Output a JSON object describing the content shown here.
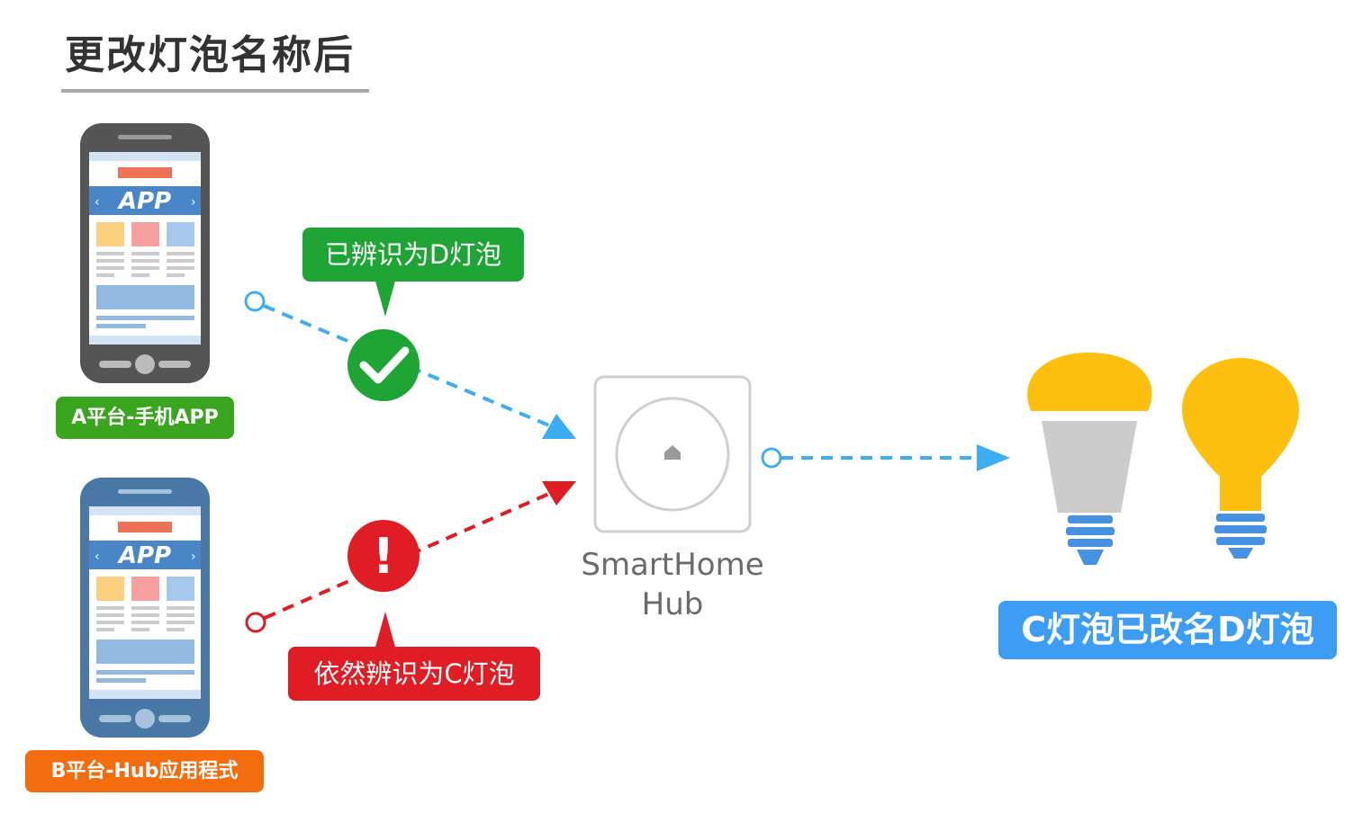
{
  "title": "更改灯泡名称后",
  "phones": {
    "a": {
      "screen_label": "APP",
      "platform_label": "A平台-手机APP"
    },
    "b": {
      "screen_label": "APP",
      "platform_label": "B平台-Hub应用程式"
    }
  },
  "callouts": {
    "success": "已辨识为D灯泡",
    "error": "依然辨识为C灯泡",
    "error_mark": "!"
  },
  "hub": {
    "label_line1": "SmartHome",
    "label_line2": "Hub"
  },
  "result": "C灯泡已改名D灯泡",
  "icons": {
    "success": "check-circle-icon",
    "error": "exclamation-circle-icon",
    "hub": "home-icon",
    "bulbs": "light-bulb-icon"
  },
  "colors": {
    "phone_a_body": "#555555",
    "phone_b_body": "#4a78a6",
    "success": "#1fa536",
    "error": "#e01c24",
    "flow_line": "#3daef2",
    "bulb": "#fdc00f",
    "result": "#3d9cf3"
  }
}
